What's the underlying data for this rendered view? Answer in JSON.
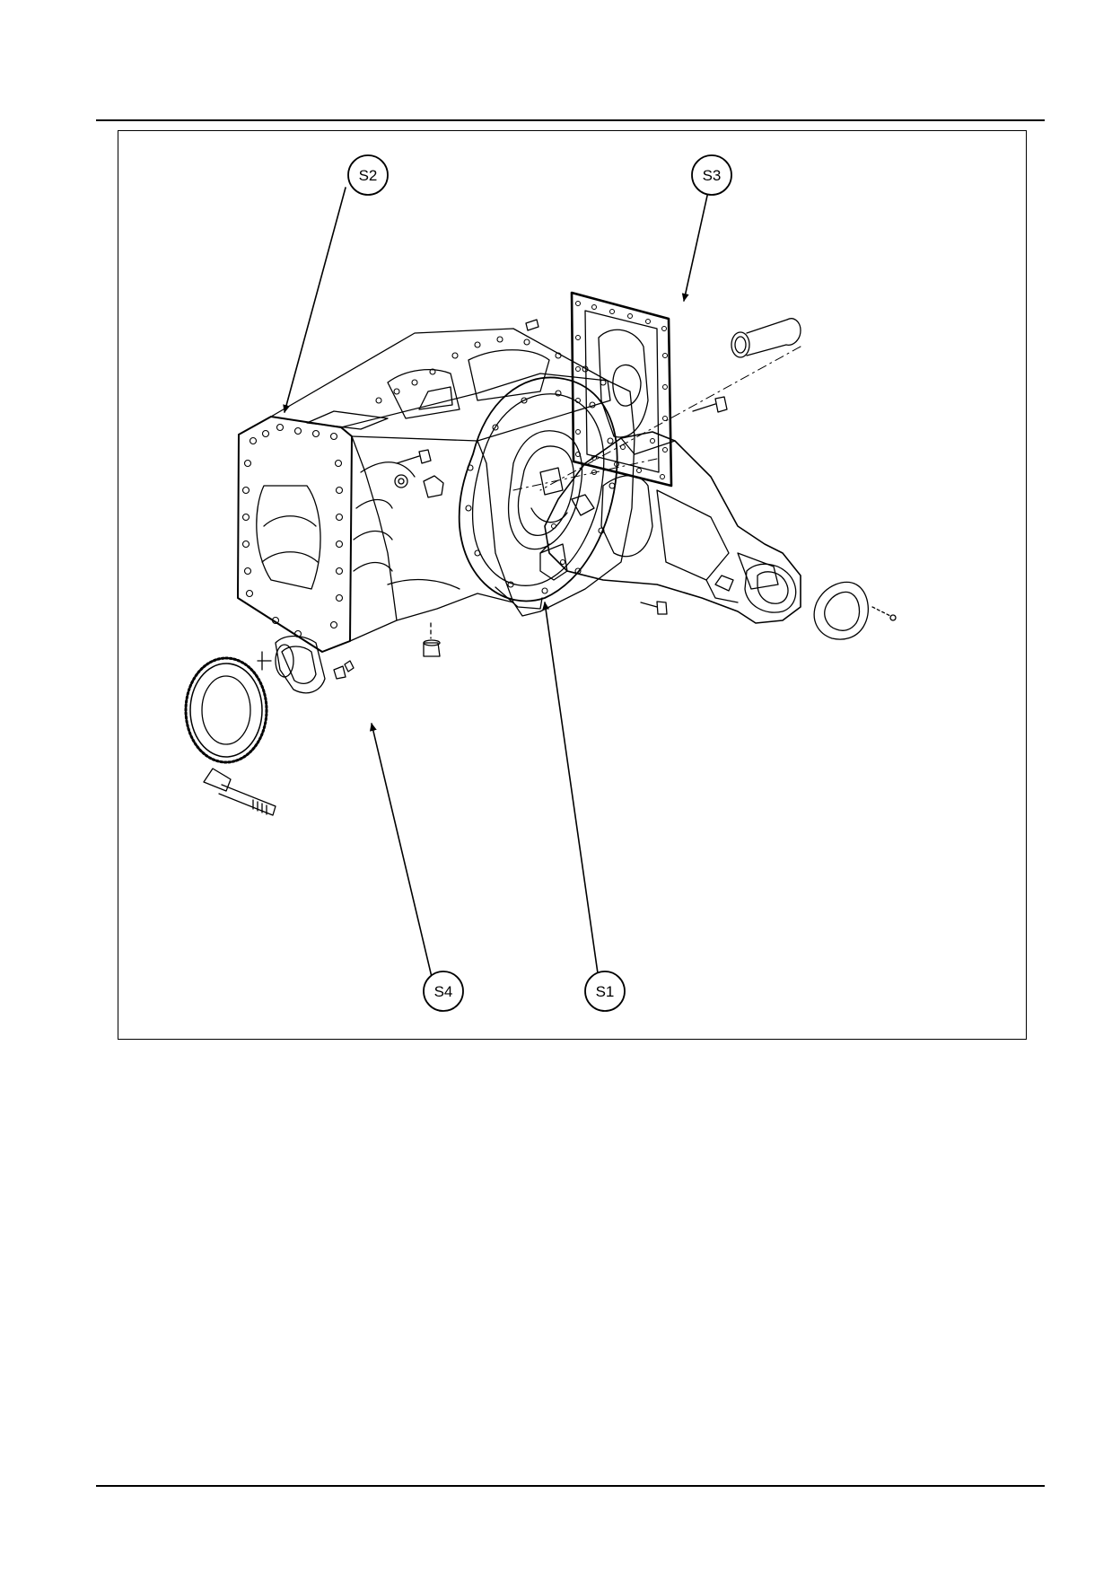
{
  "figure": {
    "callouts": [
      {
        "id": "S1",
        "label": "S1"
      },
      {
        "id": "S2",
        "label": "S2"
      },
      {
        "id": "S3",
        "label": "S3"
      },
      {
        "id": "S4",
        "label": "S4"
      }
    ]
  },
  "colors": {
    "line": "#000000",
    "background": "#ffffff"
  }
}
